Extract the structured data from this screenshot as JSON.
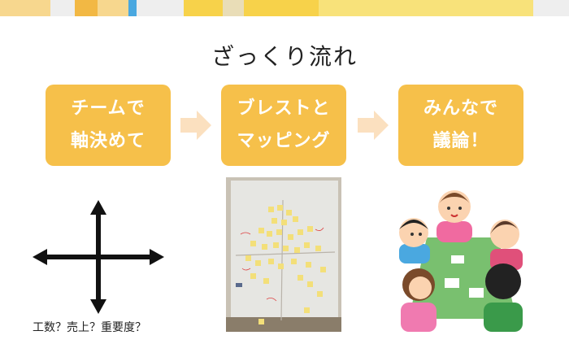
{
  "slide": {
    "title": "ざっくり流れ",
    "steps": [
      {
        "line1": "チームで",
        "line2": "軸決めて"
      },
      {
        "line1": "ブレストと",
        "line2": "マッピング"
      },
      {
        "line1": "みんなで",
        "line2": "議論！"
      }
    ],
    "caption": "工数？売上？重要度？"
  },
  "colors": {
    "step_fill": "#f6c04a",
    "arrow_fill": "#fbe0bf",
    "top_bar": [
      "#f7d78e",
      "#eeeeee",
      "#f2b844",
      "#f7d78e",
      "#4aa8e0",
      "#eeeeee",
      "#f7d24a",
      "#e9ddb7",
      "#f7d24a",
      "#f8e27a",
      "#f8e27a",
      "#eeeeee"
    ]
  },
  "icons": {
    "arrow": "right-chevron-arrow-icon",
    "axes": "four-way-axes-icon"
  }
}
